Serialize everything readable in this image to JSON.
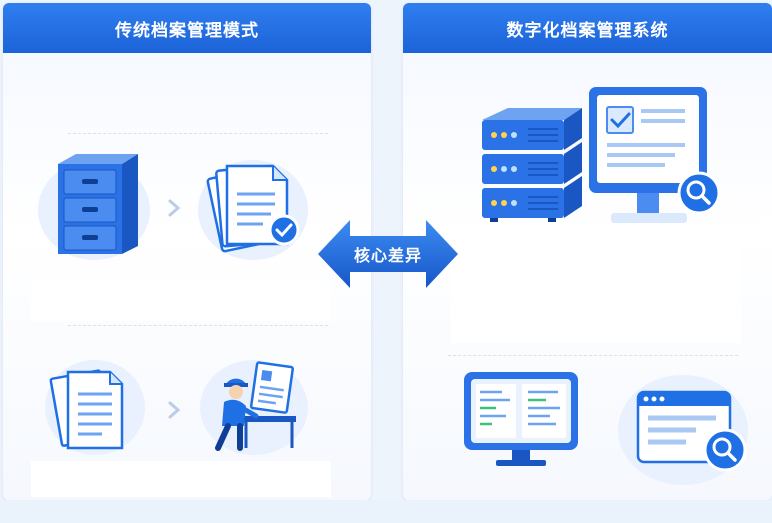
{
  "left_panel": {
    "title": "传统档案管理模式"
  },
  "right_panel": {
    "title": "数字化档案管理系统"
  },
  "center_badge": {
    "label": "核心差异"
  },
  "colors": {
    "primary": "#1f6fe5",
    "light": "#e8f1fd",
    "accent_dark": "#1250b8"
  },
  "icons": {
    "left_row1": [
      "filing-cabinet-icon",
      "arrow-right-icon",
      "document-checked-icon"
    ],
    "left_row2": [
      "paper-stack-icon",
      "arrow-right-icon",
      "worker-at-desk-icon"
    ],
    "right_row1": [
      "server-rack-icon",
      "monitor-search-icon"
    ],
    "right_row2": [
      "code-monitor-icon",
      "browser-search-icon"
    ]
  }
}
